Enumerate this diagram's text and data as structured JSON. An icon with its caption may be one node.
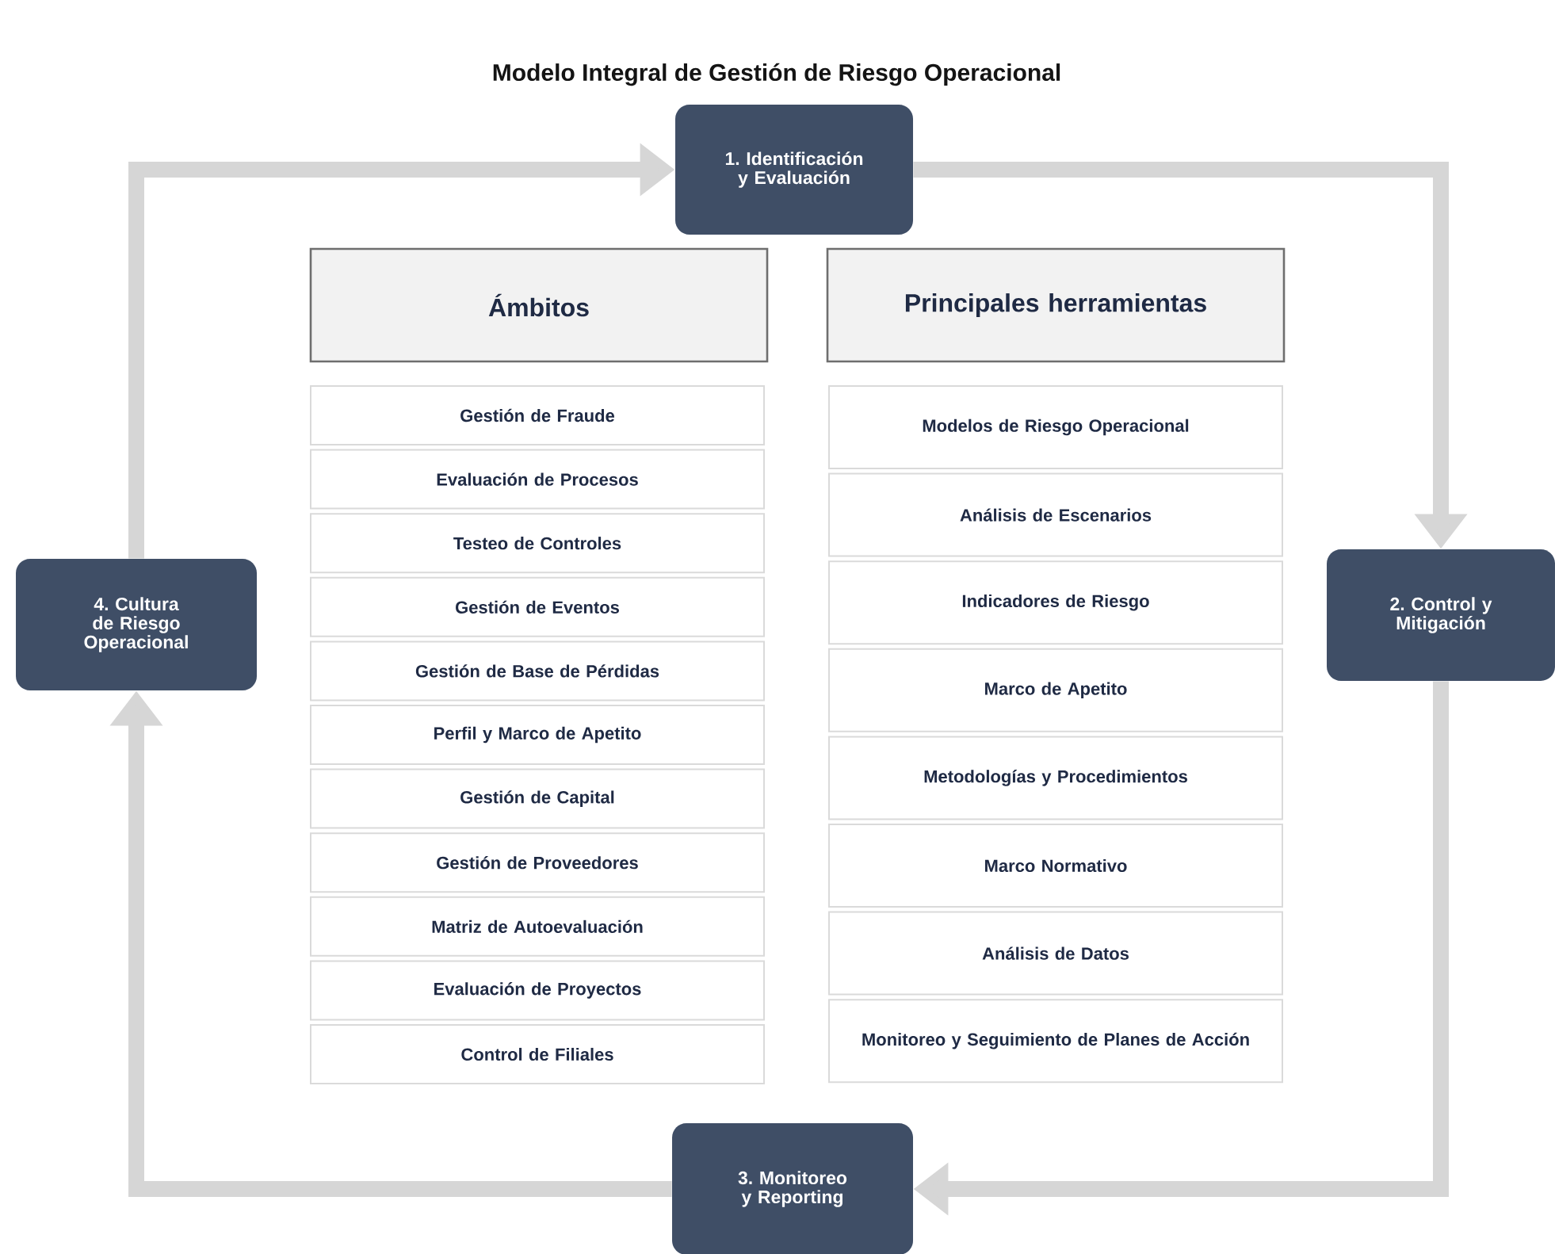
{
  "diagram": {
    "title": "Modelo Integral de Gestión de Riesgo Operacional",
    "nodes": [
      {
        "text": [
          "1. Identificación y Evaluación"
        ]
      },
      {
        "text": [
          "2. Control y Mitigación"
        ]
      },
      {
        "text": [
          "3. Monitoreo y Reporting"
        ]
      },
      {
        "text": [
          "4. Cultura de Riesgo Operacional"
        ]
      },
      {
        "text": [
          "Ámbitos"
        ]
      },
      {
        "text": [
          "Principales herramientas"
        ]
      },
      {
        "text": [
          "Gestión de Fraude"
        ]
      },
      {
        "text": [
          "Evaluación de Procesos"
        ]
      },
      {
        "text": [
          "Testeo de Controles"
        ]
      },
      {
        "text": [
          "Gestión de Eventos"
        ]
      },
      {
        "text": [
          "Gestión de Base de Pérdidas"
        ]
      },
      {
        "text": [
          "Perfil y Marco de Apetito"
        ]
      },
      {
        "text": [
          "Gestión de Capital"
        ]
      },
      {
        "text": [
          "Gestión de Proveedores"
        ]
      },
      {
        "text": [
          "Matriz de Autoevaluación"
        ]
      },
      {
        "text": [
          "Evaluación de Proyectos"
        ]
      },
      {
        "text": [
          "Control de Filiales"
        ]
      },
      {
        "text": [
          "Modelos de Riesgo Operacional"
        ]
      },
      {
        "text": [
          "Análisis de Escenarios"
        ]
      },
      {
        "text": [
          "Indicadores de Riesgo"
        ]
      },
      {
        "text": [
          "Marco de Apetito"
        ]
      },
      {
        "text": [
          "Metodologías y Procedimientos"
        ]
      },
      {
        "text": [
          "Marco Normativo"
        ]
      },
      {
        "text": [
          "Análisis de Datos"
        ]
      },
      {
        "text": [
          "Monitoreo y Seguimiento de Planes de Acción"
        ]
      }
    ],
    "edges": [
      {
        "from": 0,
        "to": 1,
        "arrow": "to"
      },
      {
        "from": 1,
        "to": 2,
        "arrow": "to"
      },
      {
        "from": 2,
        "to": 3,
        "arrow": "to"
      },
      {
        "from": 3,
        "to": 0,
        "arrow": "to"
      }
    ]
  }
}
